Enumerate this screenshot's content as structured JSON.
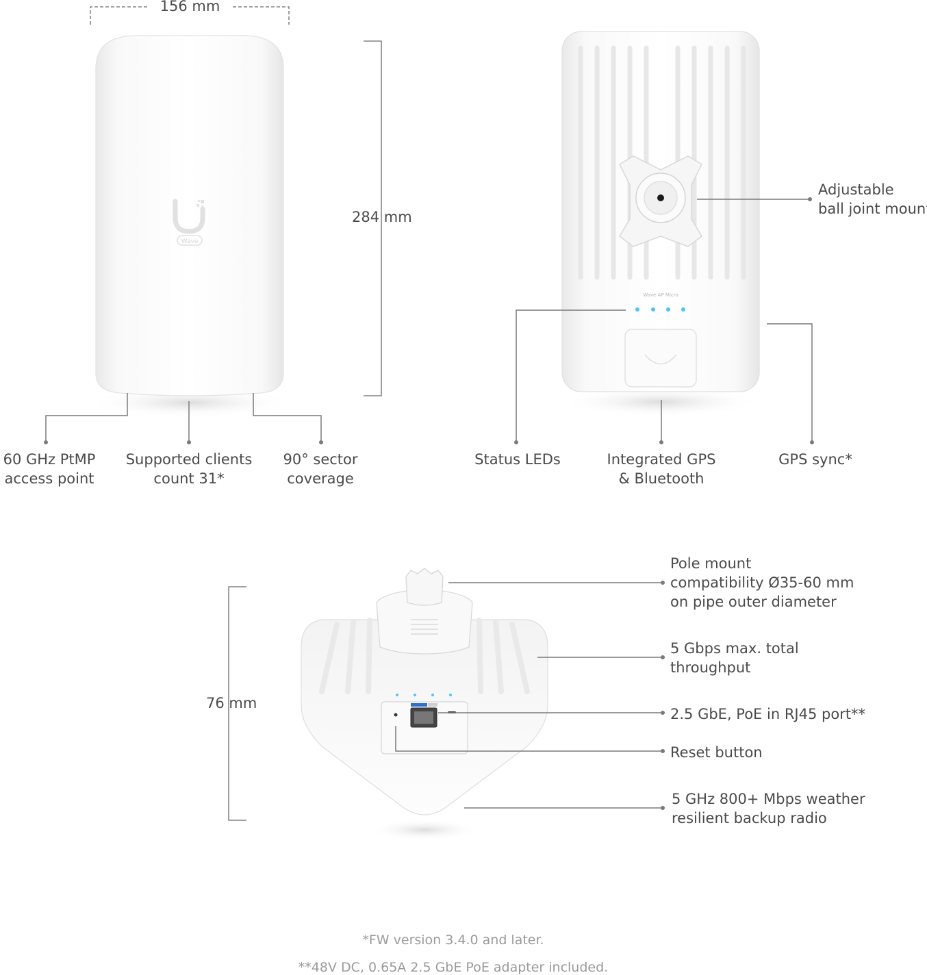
{
  "dimensions": {
    "width": "156 mm",
    "height": "284 mm",
    "depth": "76 mm"
  },
  "front_view": {
    "logo_badge": "Wave",
    "callouts": [
      {
        "line1": "60 GHz PtMP",
        "line2": "access point"
      },
      {
        "line1": "Supported clients",
        "line2": "count 31*"
      },
      {
        "line1": "90° sector",
        "line2": "coverage"
      }
    ]
  },
  "back_view": {
    "product_label": "Wave AP Micro",
    "callouts": {
      "mount": {
        "line1": "Adjustable",
        "line2": "ball joint mount"
      },
      "leds": {
        "line1": "Status LEDs"
      },
      "gps": {
        "line1": "Integrated GPS",
        "line2": "& Bluetooth"
      },
      "sync": {
        "line1": "GPS sync*"
      }
    }
  },
  "bottom_view": {
    "callouts": [
      {
        "line1": "Pole mount",
        "line2": "compatibility Ø35-60 mm",
        "line3": "on pipe outer diameter"
      },
      {
        "line1": "5 Gbps max. total",
        "line2": "throughput"
      },
      {
        "line1": "2.5 GbE, PoE in RJ45 port**"
      },
      {
        "line1": "Reset button"
      },
      {
        "line1": "5 GHz 800+ Mbps weather",
        "line2": "resilient backup radio"
      }
    ]
  },
  "footnotes": {
    "fw": "*FW version 3.4.0 and later.",
    "adapter": "**48V DC, 0.65A 2.5 GbE PoE adapter included."
  },
  "colors": {
    "led": "#4fc3f7",
    "line": "#7a7a7a"
  }
}
